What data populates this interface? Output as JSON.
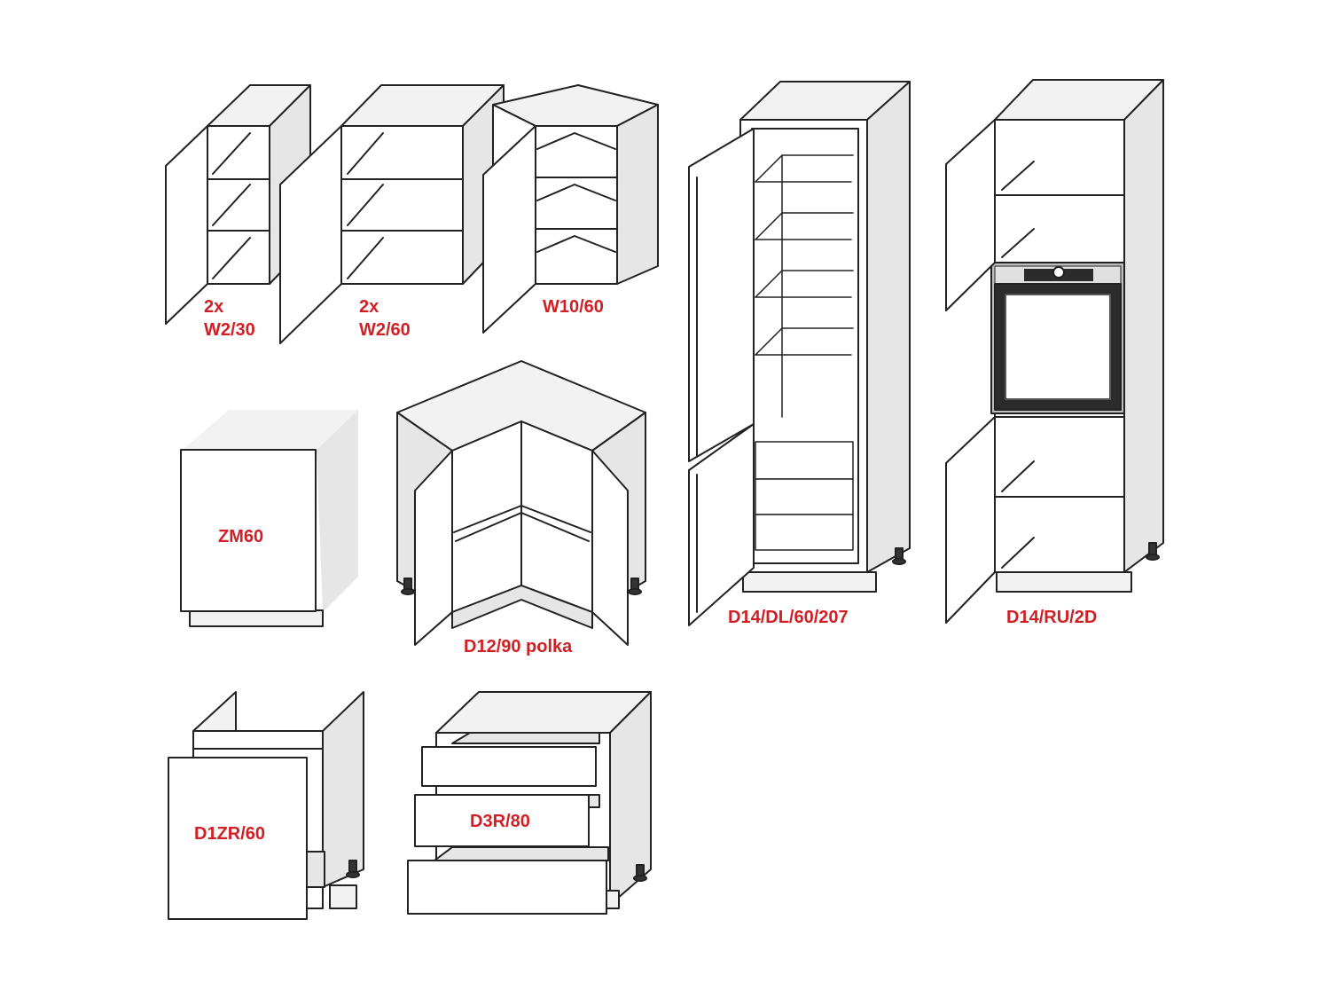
{
  "colors": {
    "label": "#d21f26",
    "line": "#222222",
    "side": "#e6e6e6",
    "light": "#f2f2f2",
    "oven": "#2b2b2b",
    "steel": "#bdbdbd"
  },
  "cabinets": [
    {
      "id": "w2-30",
      "lines": [
        "2x",
        "W2/30"
      ]
    },
    {
      "id": "w2-60",
      "lines": [
        "2x",
        "W2/60"
      ]
    },
    {
      "id": "w10-60",
      "lines": [
        "W10/60"
      ]
    },
    {
      "id": "d14-dl",
      "lines": [
        "D14/DL/60/207"
      ]
    },
    {
      "id": "d14-ru",
      "lines": [
        "D14/RU/2D"
      ]
    },
    {
      "id": "zm60",
      "lines": [
        "ZM60"
      ]
    },
    {
      "id": "d12-90",
      "lines": [
        "D12/90 polka"
      ]
    },
    {
      "id": "d1zr-60",
      "lines": [
        "D1ZR/60"
      ]
    },
    {
      "id": "d3r-80",
      "lines": [
        "D3R/80"
      ]
    }
  ]
}
